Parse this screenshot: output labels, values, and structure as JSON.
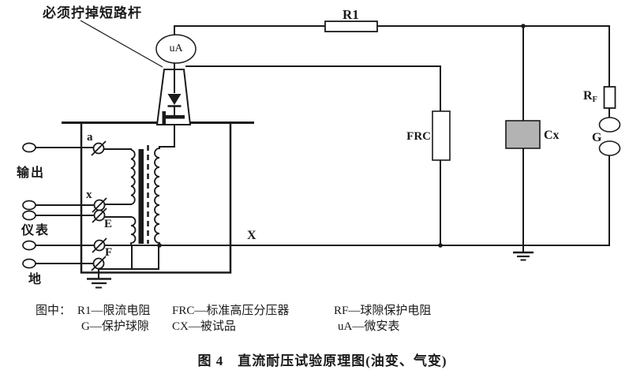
{
  "figure": {
    "warning_note": "必须拧掉短路杆",
    "caption": "图 4　直流耐压试验原理图(油变、气变)"
  },
  "labels": {
    "microammeter": "uA",
    "r1": "R1",
    "frc": "FRC",
    "cx": "Cx",
    "rf_base": "R",
    "rf_sub": "F",
    "spark_gap": "G",
    "x_bus": "X",
    "tap_a": "a",
    "tap_x": "x",
    "tap_e": "E",
    "tap_f": "F"
  },
  "terminal_labels": {
    "output": "输出",
    "meter": "仪表",
    "earth": "地"
  },
  "legend": {
    "prefix": "图中：",
    "row1": [
      "R1—限流电阻",
      "FRC—标准高压分压器",
      "RF—球隙保护电阻"
    ],
    "row2": [
      "G—保护球隙",
      "CX—被试品",
      "uA—微安表"
    ]
  },
  "colors": {
    "wire": "#1a1a1a",
    "cx_fill": "#b3b3b3",
    "background": "#ffffff"
  }
}
